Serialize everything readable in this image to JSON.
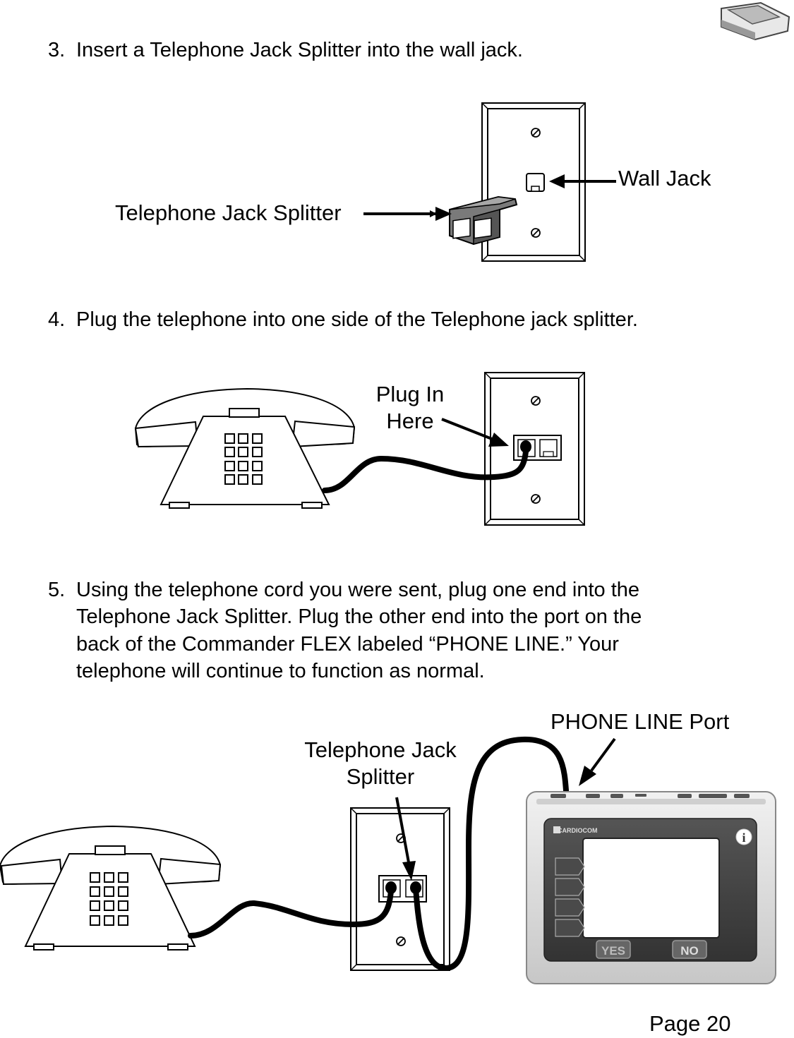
{
  "steps": [
    {
      "num": "3.",
      "text": "Insert a Telephone Jack Splitter into the wall jack."
    },
    {
      "num": "4.",
      "text": "Plug the telephone into one side of the Telephone jack splitter."
    },
    {
      "num": "5.",
      "lines": [
        "Using the telephone cord you were sent, plug one end into the",
        "Telephone Jack Splitter.  Plug the other end into the port on the",
        "back of the Commander FLEX labeled “PHONE LINE.”  Your",
        "telephone will continue to function as normal."
      ]
    }
  ],
  "fig1": {
    "splitter_label": "Telephone Jack Splitter",
    "wall_jack_label": "Wall Jack"
  },
  "fig2": {
    "plug_line1": "Plug In",
    "plug_line2": "Here"
  },
  "fig3": {
    "splitter_line1": "Telephone Jack",
    "splitter_line2": "Splitter",
    "port_label": "PHONE LINE Port",
    "device": {
      "brand": "CARDIOCOM",
      "yes": "YES",
      "no": "NO",
      "info": "i"
    }
  },
  "footer": {
    "page": "Page 20"
  }
}
